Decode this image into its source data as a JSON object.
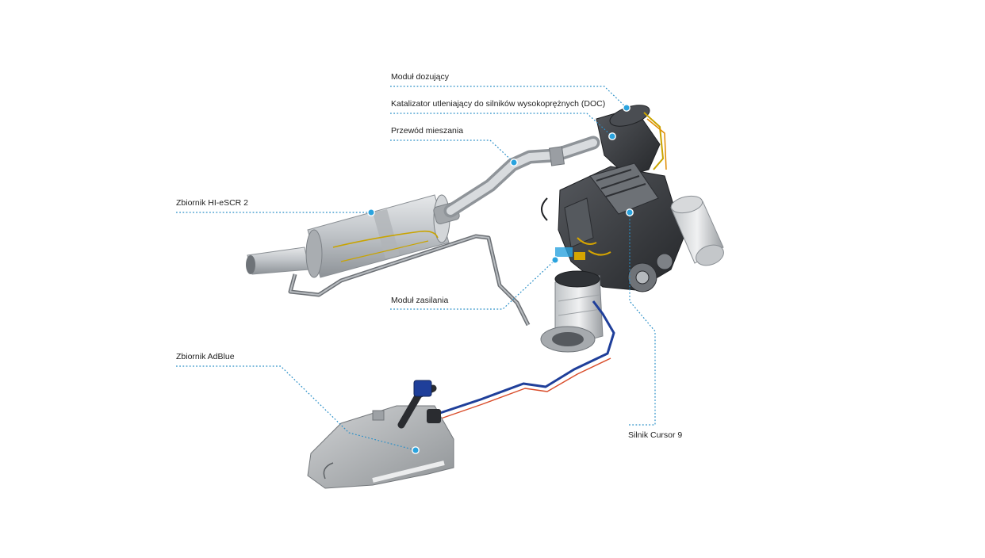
{
  "labels": {
    "dosing_module": "Moduł dozujący",
    "doc": "Katalizator utleniający do silników wysokoprężnych (DOC)",
    "mixing_pipe": "Przewód mieszania",
    "hi_escr2": "Zbiornik HI-eSCR 2",
    "supply_module": "Moduł zasilania",
    "adblue_tank": "Zbiornik AdBlue",
    "engine": "Silnik Cursor 9"
  },
  "colors": {
    "leader": "#2a8fc7",
    "marker": "#2aa3de",
    "adblue_line": "#1f3f9a",
    "metal": "#b8bcc0",
    "engine_dark": "#3a3d42"
  }
}
